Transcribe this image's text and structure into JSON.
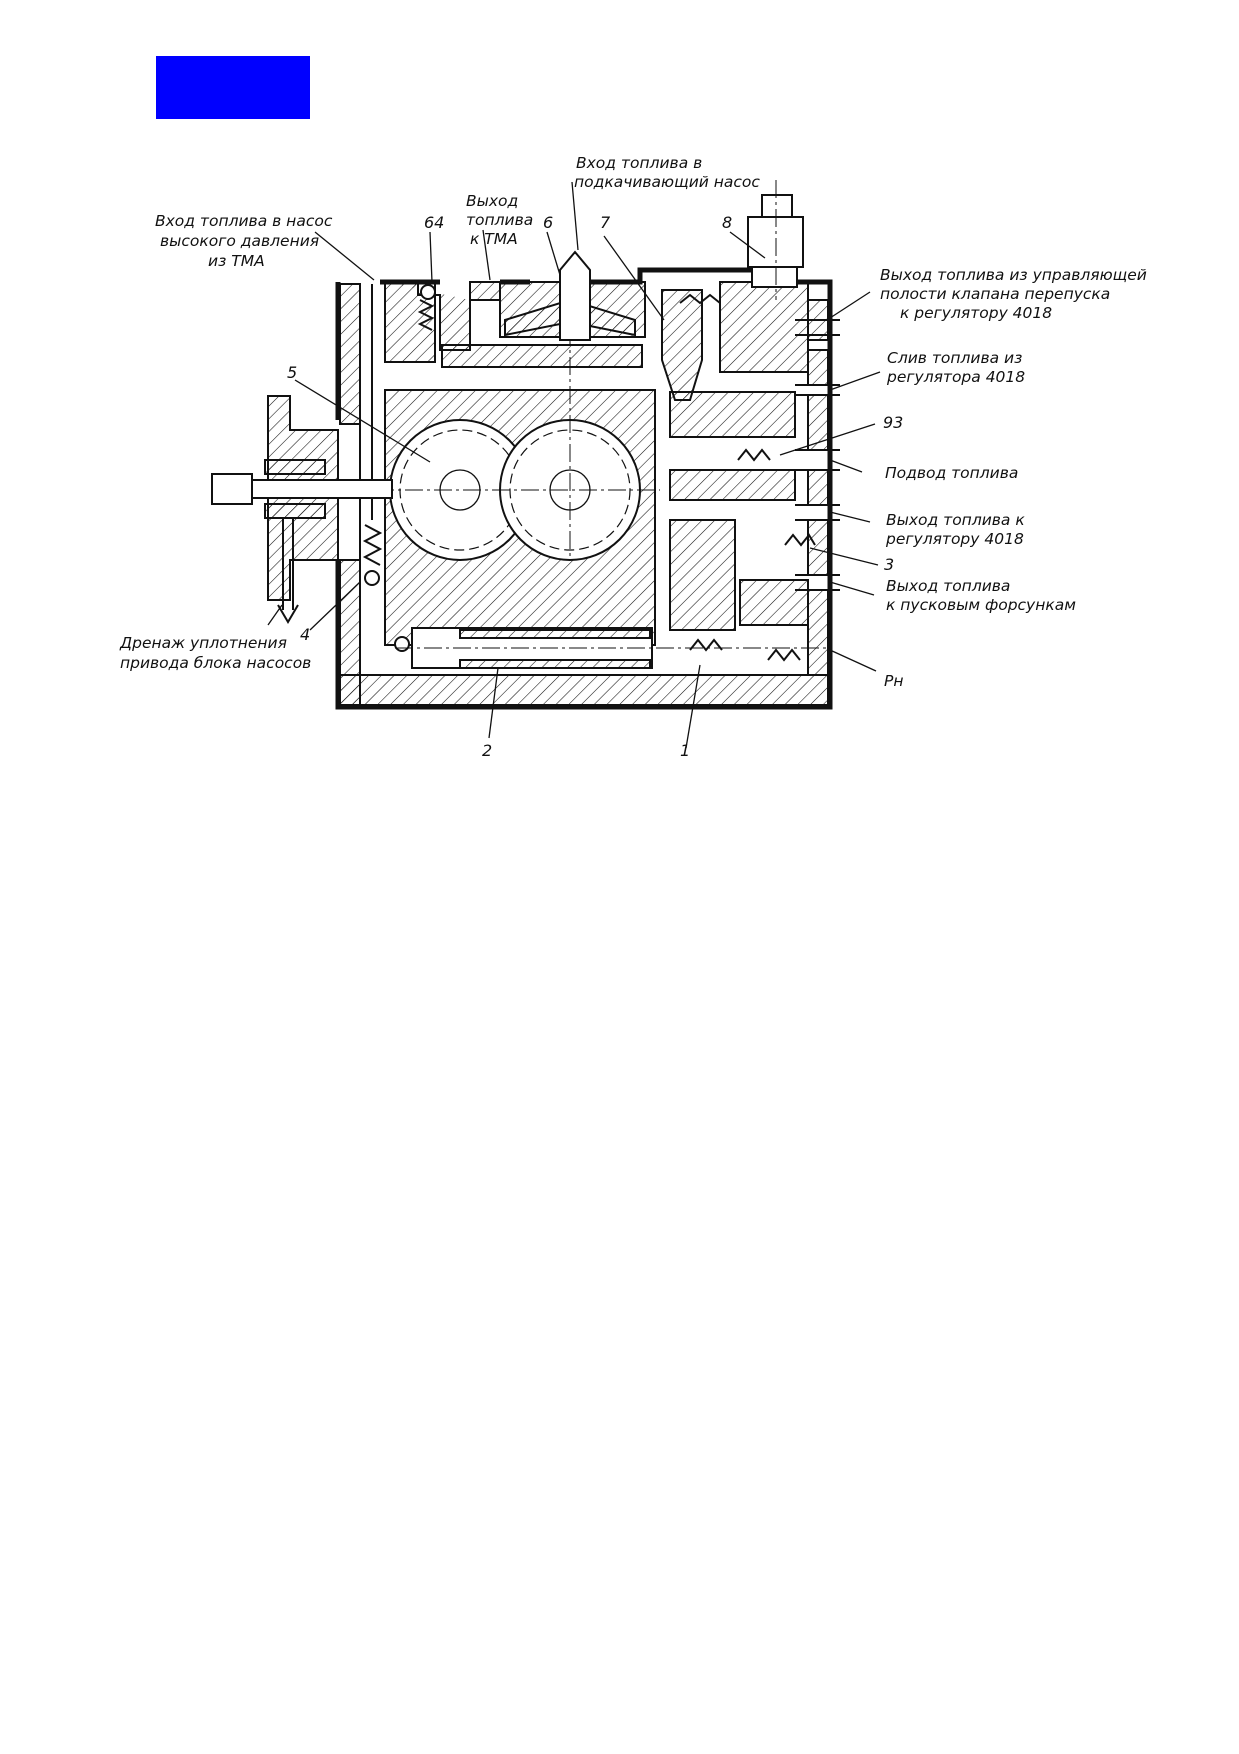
{
  "colors": {
    "marker": "#0000ff",
    "ink": "#111111",
    "paper": "#ffffff"
  },
  "labels": {
    "inlet_hp_pump": [
      "Вход топлива в насос",
      "высокого давления",
      "из ТМА"
    ],
    "outlet_tma": [
      "Выход",
      "топлива",
      "к ТМА"
    ],
    "inlet_boost_pump": [
      "Вход топлива в",
      "подкачивающий насос"
    ],
    "outlet_control_cavity": [
      "Выход топлива из управляющей",
      "полости клапана перепуска",
      "к регулятору 4018"
    ],
    "drain_regulator": [
      "Слив топлива из",
      "регулятора 4018"
    ],
    "fuel_supply": "Подвод топлива",
    "outlet_to_regulator": [
      "Выход топлива к",
      "регулятору 4018"
    ],
    "outlet_start_injectors": [
      "Выход топлива",
      "к пусковым форсункам"
    ],
    "drain_seal": [
      "Дренаж уплотнения",
      "привода блока насосов"
    ],
    "pressure": "Рн"
  },
  "numbers": {
    "n64": "64",
    "n6": "6",
    "n7": "7",
    "n8": "8",
    "n5": "5",
    "n93": "93",
    "n3": "3",
    "n4": "4",
    "n2": "2",
    "n1": "1"
  }
}
